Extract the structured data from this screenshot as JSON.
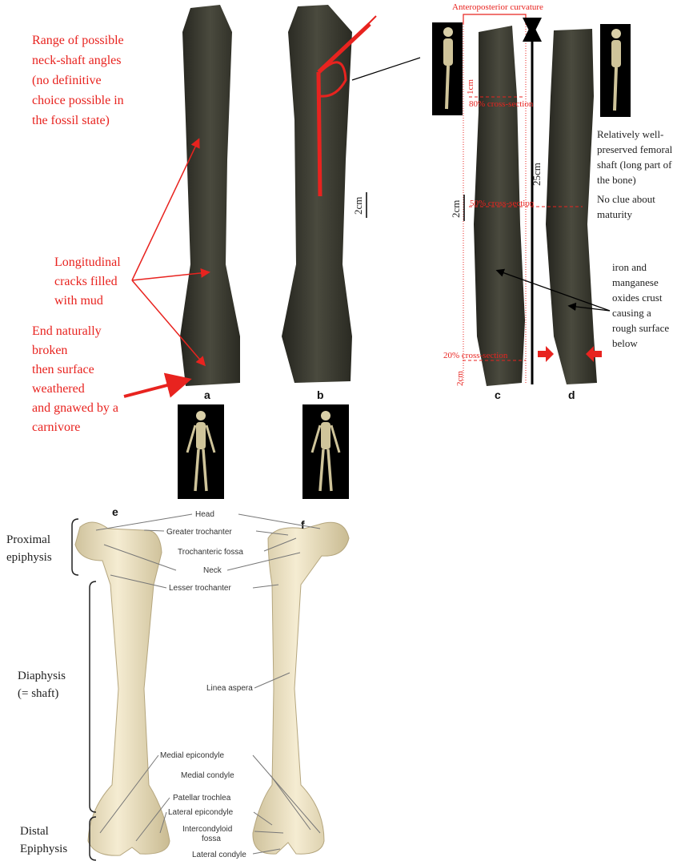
{
  "annotations_left": {
    "neck_shaft": [
      "Range of possible",
      "neck-shaft angles",
      "(no definitive",
      "choice possible in",
      "the fossil state)"
    ],
    "cracks": [
      "Longitudinal",
      "cracks filled",
      "with mud"
    ],
    "end_broken": [
      "End naturally",
      "broken",
      "then surface",
      "weathered",
      "and gnawed by a",
      "carnivore"
    ]
  },
  "panel_labels": {
    "a": "a",
    "b": "b",
    "c": "c",
    "d": "d",
    "e": "e",
    "f": "f"
  },
  "scale": {
    "b_scale": "2cm",
    "c_scale": "2cm",
    "c_1cm": "1cm",
    "c_bottom": "2cm",
    "length": "25cm"
  },
  "cross_sections": {
    "curvature": "Anteroposterior curvature",
    "s80": "80% cross-section",
    "s50": "50% cross-section",
    "s20": "20% cross-section"
  },
  "annotations_right": {
    "shaft": [
      "Relatively well-",
      "preserved femoral",
      "shaft (long part of",
      "the bone)"
    ],
    "maturity": [
      "No clue about",
      "maturity"
    ],
    "crust": [
      "iron and",
      "manganese",
      "oxides crust",
      "causing a",
      "rough surface",
      "below"
    ]
  },
  "regions": {
    "proximal": [
      "Proximal",
      "epiphysis"
    ],
    "diaphysis": [
      "Diaphysis",
      "(= shaft)"
    ],
    "distal": [
      "Distal",
      "Epiphysis"
    ]
  },
  "anatomy": {
    "head": "Head",
    "greater_trochanter": "Greater trochanter",
    "trochanteric_fossa": "Trochanteric fossa",
    "neck": "Neck",
    "lesser_trochanter": "Lesser trochanter",
    "linea_aspera": "Linea aspera",
    "medial_epicondyle": "Medial epicondyle",
    "medial_condyle": "Medial condyle",
    "patellar_trochlea": "Patellar trochlea",
    "lateral_epicondyle": "Lateral epicondyle",
    "intercondyloid_fossa": [
      "Intercondyloid",
      "fossa"
    ],
    "lateral_condyle": "Lateral condyle"
  },
  "colors": {
    "annotation": "#e8231f",
    "fossil": "#3a3a30",
    "bone": "#ece0bd"
  }
}
